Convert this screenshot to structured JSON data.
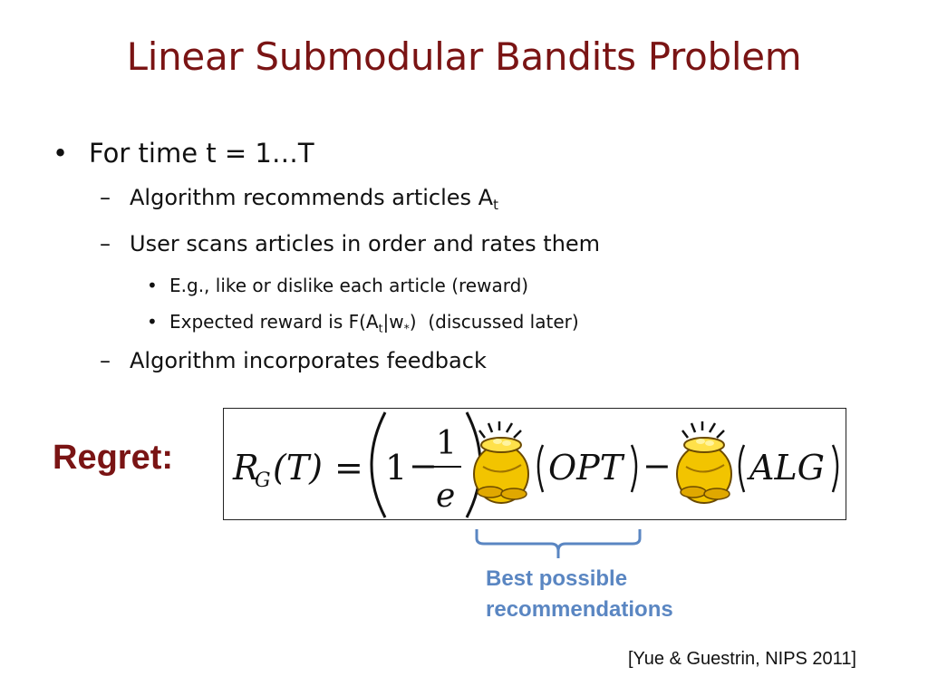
{
  "title": "Linear Submodular Bandits Problem",
  "bullets": {
    "l1": {
      "text": "For time t = 1…T"
    },
    "l2a": {
      "text": "Algorithm recommends articles A",
      "sub": "t"
    },
    "l2b": {
      "text": "User scans articles in order and rates them"
    },
    "l3a": {
      "text": "E.g., like or dislike each article (reward)"
    },
    "l3b": {
      "pre": "Expected reward is F(A",
      "sub1": "t",
      "mid": "|w",
      "sub2": "*",
      "post": ")  (discussed later)"
    },
    "l2c": {
      "text": "Algorithm incorporates feedback"
    }
  },
  "regret": {
    "label": "Regret:",
    "formula": {
      "R": "R",
      "G": "G",
      "T": "(T)",
      "eq": "=",
      "one": "1",
      "minus": "−",
      "num": "1",
      "den": "e",
      "opt": "OPT",
      "minus2": "−",
      "alg": "ALG"
    },
    "icons": [
      "gold-pot-icon",
      "gold-pot-icon"
    ]
  },
  "annotation": {
    "line1": "Best possible",
    "line2": "recommendations"
  },
  "citation": "[Yue & Guestrin, NIPS 2011]",
  "colors": {
    "title": "#7a1414",
    "annotation": "#5a86c2",
    "gold": "#f2c400"
  }
}
